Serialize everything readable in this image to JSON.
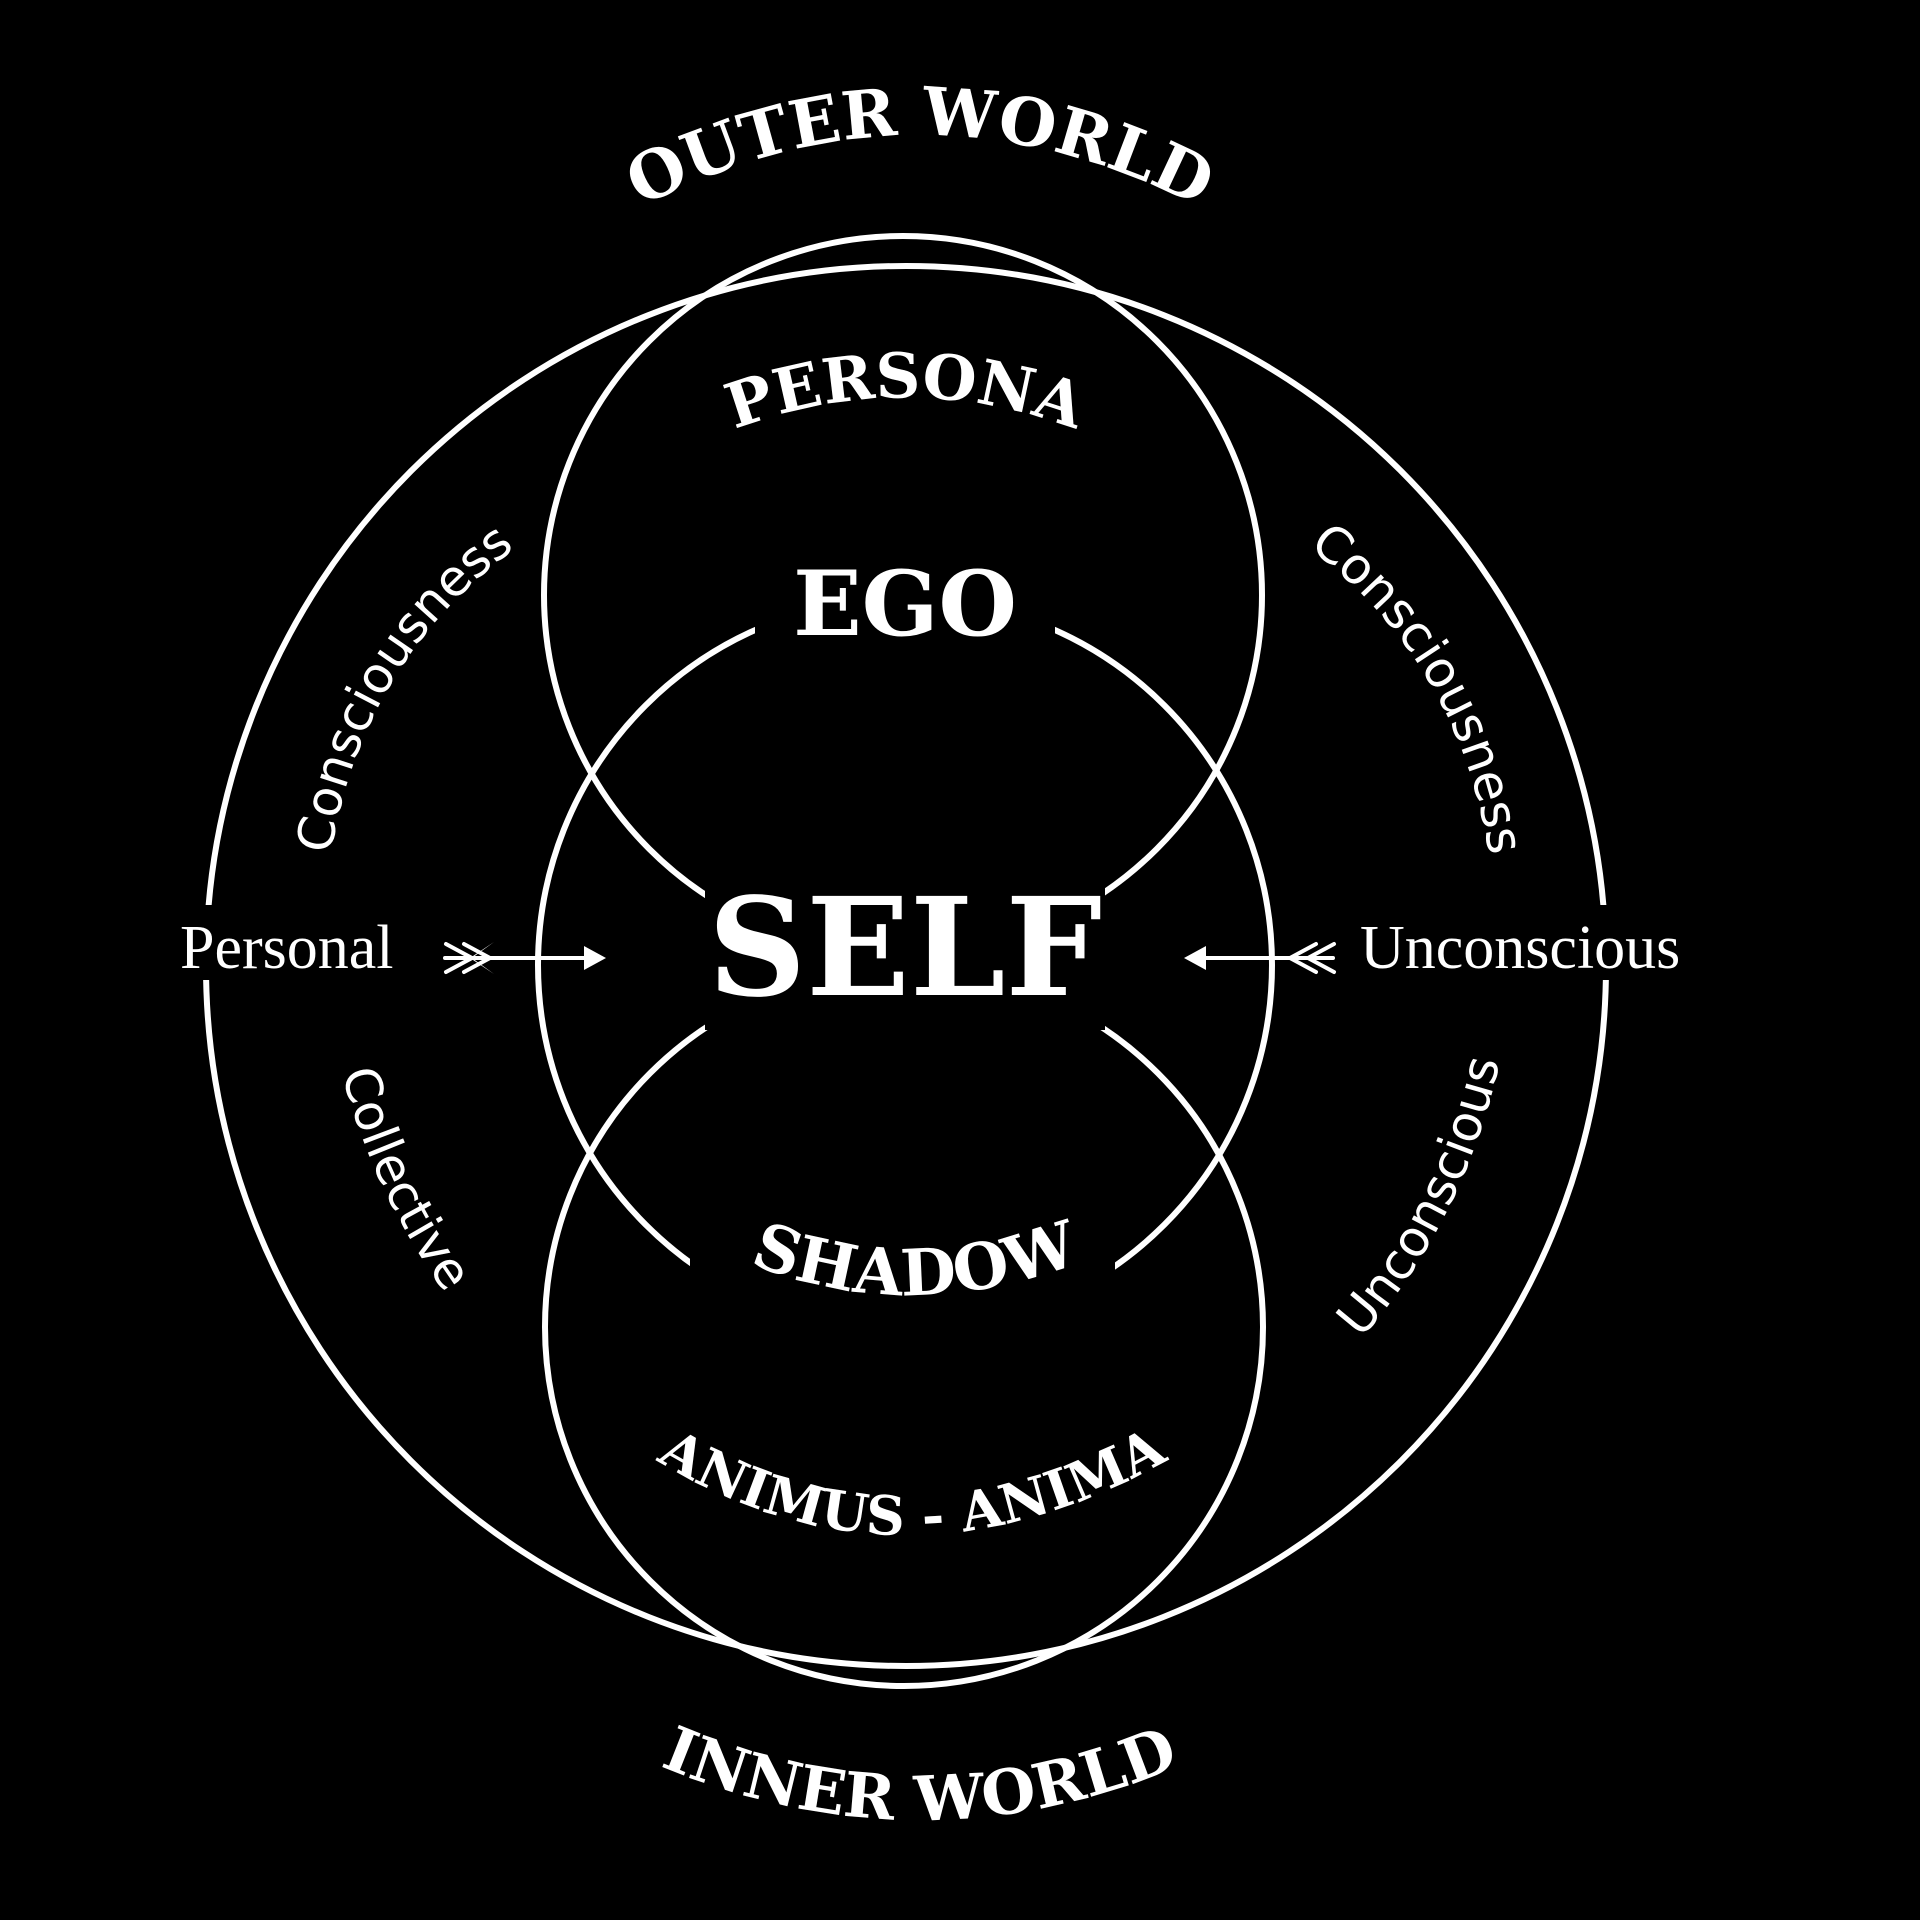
{
  "diagram": {
    "outer_world": "OUTER WORLD",
    "inner_world": "INNER WORLD",
    "persona": "PERSONA",
    "ego": "EGO",
    "self": "SELF",
    "shadow": "SHADOW",
    "animus_anima": "ANIMUS - ANIMA",
    "consciousness_left": "Consciousness",
    "consciousness_right": "Consciousness",
    "collective": "Collective",
    "unconscious_lower": "Unconscious",
    "personal": "Personal",
    "unconscious_right": "Unconscious"
  },
  "colors": {
    "background": "#000000",
    "foreground": "#ffffff"
  }
}
